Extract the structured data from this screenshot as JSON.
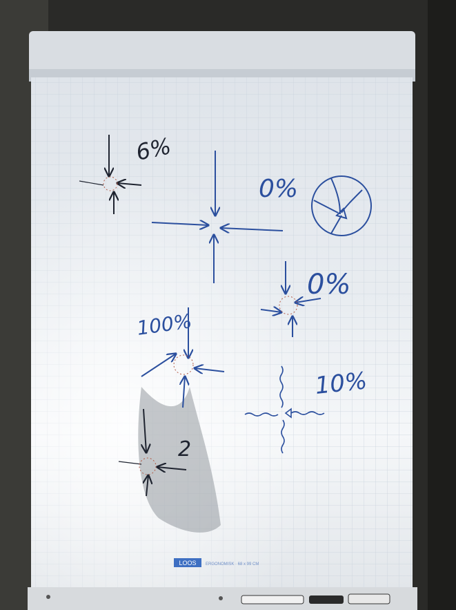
{
  "annotations": {
    "top_left_label": "6%",
    "top_right_label": "0%",
    "mid_right_label": "0%",
    "left_mid_label": "100%",
    "right_low_label": "10%",
    "bottom_left_label": "2"
  },
  "footer": {
    "brand_logo_text": "LOOS",
    "tagline_text": "ERGONOMISK · 68 x 99 CM"
  },
  "colors": {
    "ink_blue": "#2b4f9e",
    "ink_black": "#1f2430",
    "ink_red": "#b35a45",
    "grid": "#c9d2dc",
    "paper": "#f4f6f8",
    "background": "#2a2a28"
  }
}
